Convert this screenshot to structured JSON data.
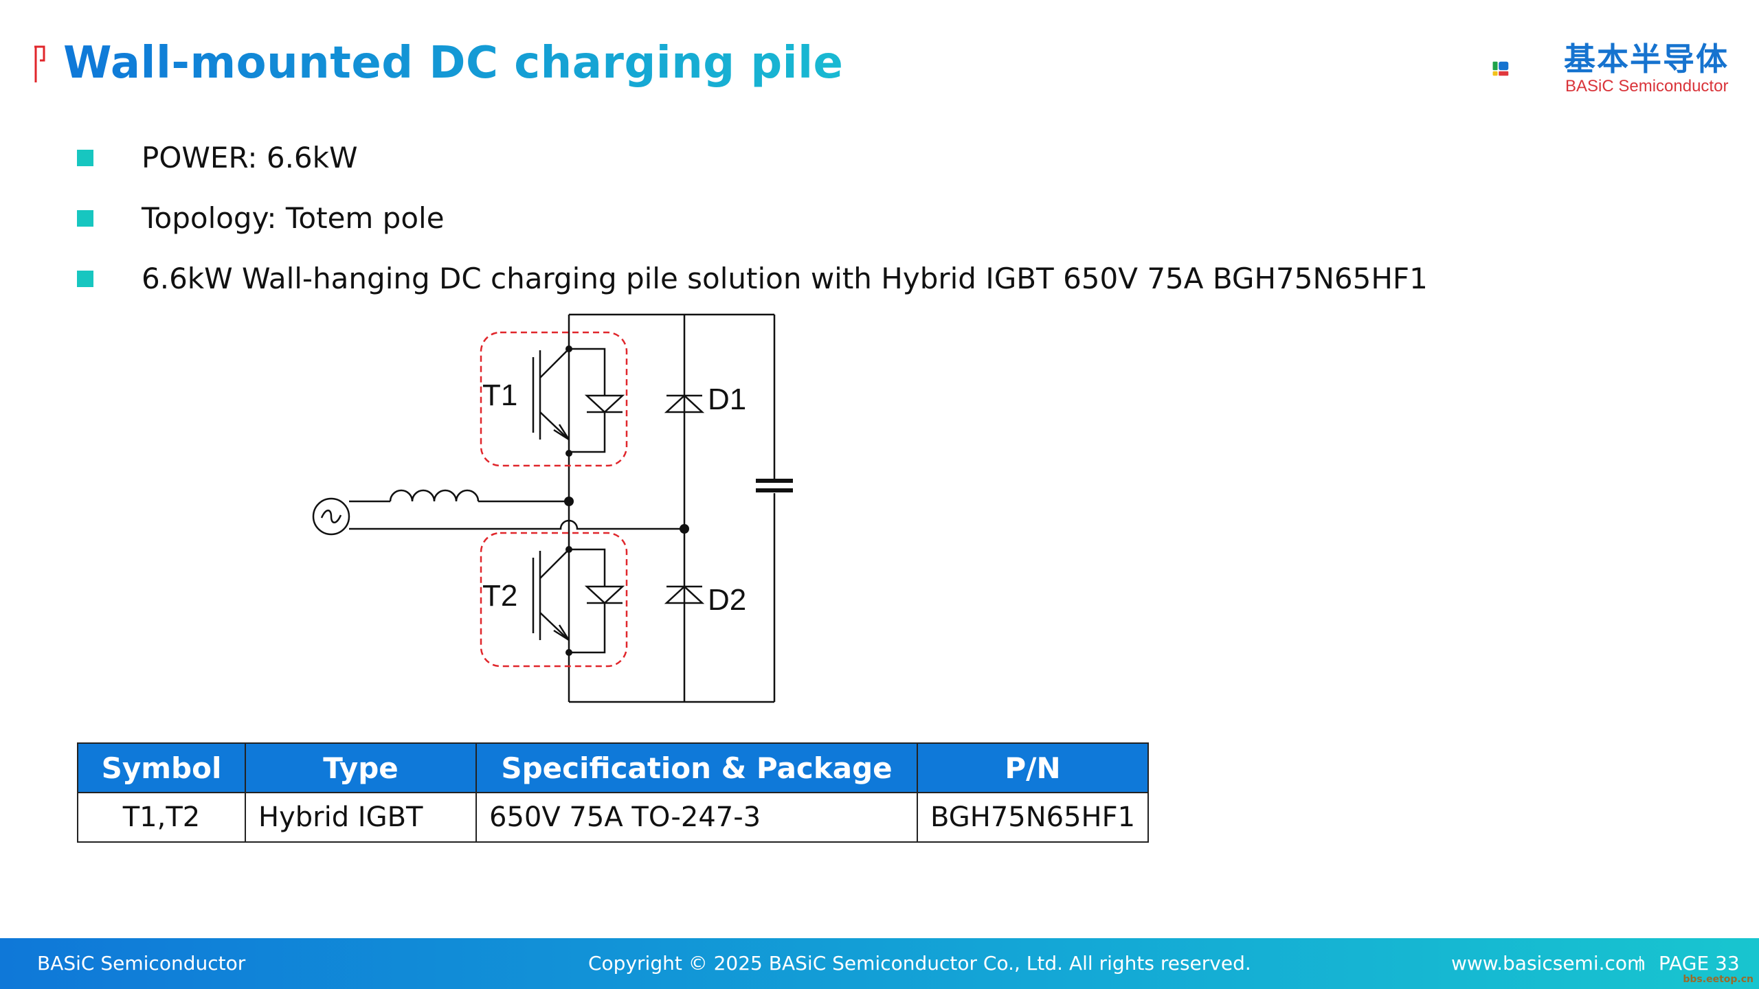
{
  "header": {
    "title": "Wall-mounted DC charging pile",
    "logo_cn": "基本半导体",
    "logo_en": "BASiC Semiconductor"
  },
  "bullets": [
    {
      "text": "POWER: 6.6kW"
    },
    {
      "text": "Topology: Totem pole"
    },
    {
      "text": "6.6kW Wall-hanging DC charging pile solution with Hybrid IGBT 650V 75A BGH75N65HF1"
    }
  ],
  "schematic": {
    "labels": {
      "t1": "T1",
      "t2": "T2",
      "d1": "D1",
      "d2": "D2"
    }
  },
  "table": {
    "headers": [
      "Symbol",
      "Type",
      "Specification & Package",
      "P/N"
    ],
    "rows": [
      [
        "T1,T2",
        "Hybrid IGBT",
        "650V 75A TO-247-3",
        "BGH75N65HF1"
      ]
    ]
  },
  "footer": {
    "company": "BASiC Semiconductor",
    "copyright": "Copyright © 2025 BASiC Semiconductor Co., Ltd. All rights reserved.",
    "website": "www.basicsemi.com",
    "page": "PAGE 33"
  },
  "watermark": "bbs.eetop.cn",
  "colors": {
    "title_gradient_start": "#0f78d8",
    "title_gradient_end": "#19b9d2",
    "bullet": "#17c6c0",
    "table_header": "#0f79d9",
    "highlight_dash": "#e0262b"
  },
  "icons": [
    "title-bracket-icon",
    "basic-logo-icon",
    "ac-source-icon",
    "inductor-icon",
    "igbt-icon",
    "diode-icon",
    "capacitor-icon"
  ]
}
